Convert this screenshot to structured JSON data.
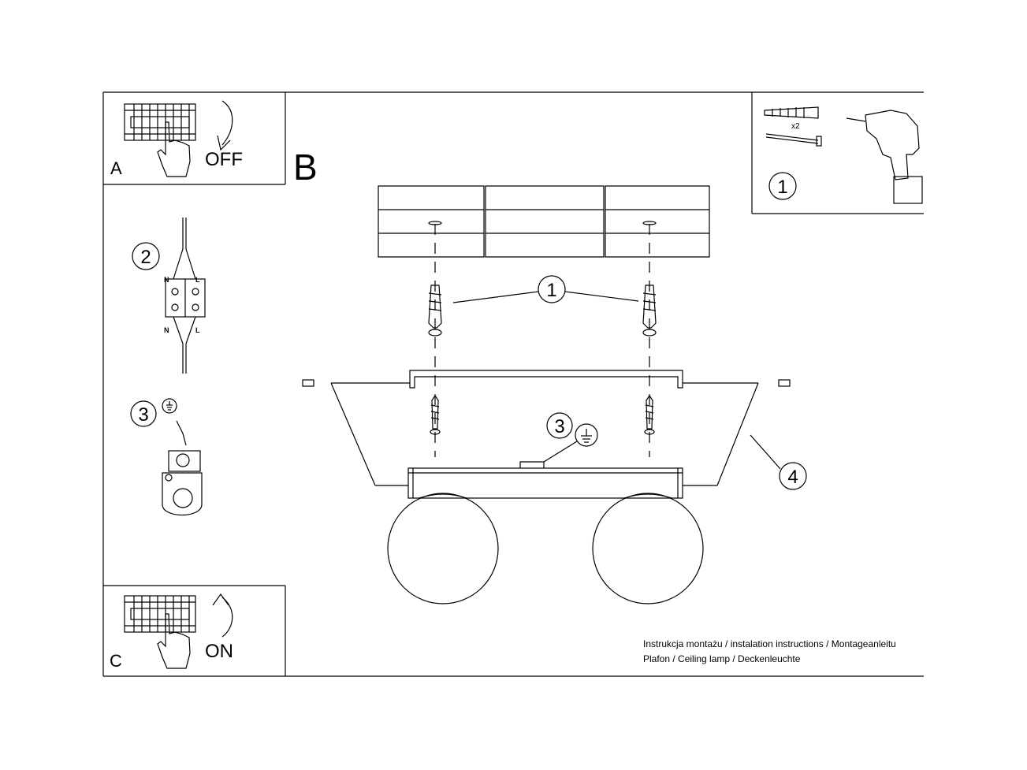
{
  "panel_a": {
    "letter": "A",
    "label": "OFF"
  },
  "panel_b": {
    "letter": "B"
  },
  "panel_c": {
    "letter": "C",
    "label": "ON"
  },
  "step_markers": {
    "one": "1",
    "two": "2",
    "three": "3",
    "four": "4"
  },
  "wiring": {
    "neutral": "N",
    "live": "L"
  },
  "tools": {
    "count": "x2"
  },
  "footer": {
    "line1": "Instrukcja montażu / instalation instructions / Montageanleitu",
    "line2": "Plafon / Ceiling lamp / Deckenleuchte"
  }
}
